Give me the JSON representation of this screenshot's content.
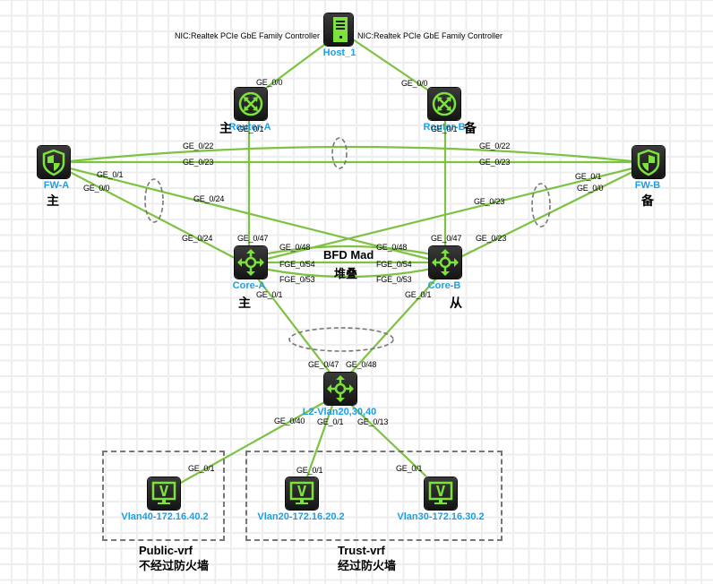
{
  "link_color": "#7dc242",
  "label_color": "#1aa0e8",
  "nodes": {
    "host1": {
      "label": "Host_1",
      "type": "host",
      "nic_left": "NIC:Realtek PCIe GbE Family Controller",
      "nic_right": "NIC:Realtek PCIe GbE Family Controller"
    },
    "router_a": {
      "label": "Router-A",
      "type": "router",
      "role": "主"
    },
    "router_b": {
      "label": "Router-B",
      "type": "router",
      "role": "备"
    },
    "fw_a": {
      "label": "FW-A",
      "type": "firewall",
      "role": "主"
    },
    "fw_b": {
      "label": "FW-B",
      "type": "firewall",
      "role": "备"
    },
    "core_a": {
      "label": "Core-A",
      "type": "l3-switch",
      "role": "主"
    },
    "core_b": {
      "label": "Core-B",
      "type": "l3-switch",
      "role": "从"
    },
    "l2": {
      "label": "L2-Vlan20,30,40",
      "type": "l3-switch"
    },
    "pc40": {
      "label": "Vlan40-172.16.40.2",
      "type": "pc"
    },
    "pc20": {
      "label": "Vlan20-172.16.20.2",
      "type": "pc"
    },
    "pc30": {
      "label": "Vlan30-172.16.30.2",
      "type": "pc"
    }
  },
  "ports": {
    "ra_up": "GE_0/0",
    "rb_up": "GE_0/0",
    "ra_down": "GE_0/1",
    "rb_down": "GE_0/1",
    "fwa_22": "GE_0/22",
    "fwa_23": "GE_0/23",
    "fwa_1": "GE_0/1",
    "fwa_0": "GE_0/0",
    "fwb_22": "GE_0/22",
    "fwb_23": "GE_0/23",
    "fwb_1": "GE_0/1",
    "fwb_0": "GE_0/0",
    "cross_a_24": "GE_0/24",
    "cross_b_23": "GE_0/23",
    "ca_24": "GE_0/24",
    "ca_47": "GE_0/47",
    "cb_47": "GE_0/47",
    "cb_23": "GE_0/23",
    "ca_48": "GE_0/48",
    "cb_48": "GE_0/48",
    "ca_54": "FGE_0/54",
    "cb_54": "FGE_0/54",
    "ca_53": "FGE_0/53",
    "cb_53": "FGE_0/53",
    "ca_1": "GE_0/1",
    "cb_1": "GE_0/1",
    "l2_47": "GE_0/47",
    "l2_48": "GE_0/48",
    "l2_40": "GE_0/40",
    "l2_1": "GE_0/1",
    "l2_13": "GE_0/13",
    "pc40_1": "GE_0/1",
    "pc20_1": "GE_0/1",
    "pc30_1": "GE_0/1"
  },
  "annotations": {
    "bfd": "BFD Mad",
    "stack": "堆叠"
  },
  "zones": {
    "public": {
      "title": "Public-vrf",
      "desc": "不经过防火墙"
    },
    "trust": {
      "title": "Trust-vrf",
      "desc": "经过防火墙"
    }
  }
}
